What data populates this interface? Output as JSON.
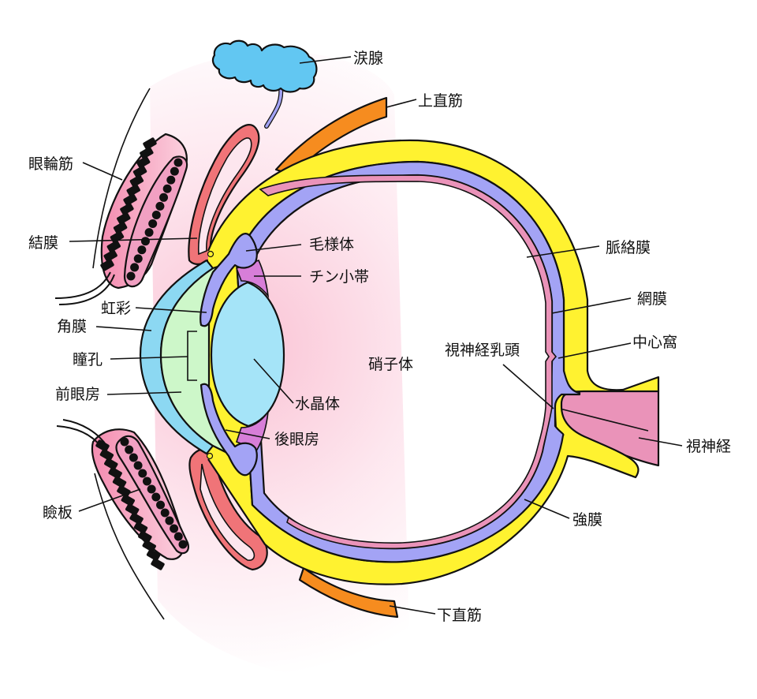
{
  "title": "眼球の断面図",
  "colors": {
    "sclera": "#fff230",
    "choroid": "#a3a3f5",
    "retina": "#ea93b9",
    "optic_nerve": "#ea93b9",
    "cornea": "#8cd8f2",
    "aqueous": "#cdf7c9",
    "lens": "#a5e4f8",
    "zonule": "#d77ed8",
    "muscle": "#f68c1f",
    "lacrimal": "#62c7f2",
    "conjunctiva": "#f07478",
    "eyelid": "#f7a2c0",
    "skin_glow": "#fde6ee",
    "outline": "#111111"
  },
  "labels": {
    "lacrimal_gland": "涙腺",
    "superior_rectus": "上直筋",
    "orbicularis": "眼輪筋",
    "conjunctiva": "結膜",
    "ciliary_body": "毛様体",
    "zonule": "チン小帯",
    "choroid": "脈絡膜",
    "retina": "網膜",
    "fovea": "中心窩",
    "iris": "虹彩",
    "cornea": "角膜",
    "pupil": "瞳孔",
    "anterior_chamber": "前眼房",
    "vitreous": "硝子体",
    "optic_disc": "視神経乳頭",
    "lens": "水晶体",
    "posterior_chamber": "後眼房",
    "optic_nerve": "視神経",
    "tarsus": "瞼板",
    "sclera": "強膜",
    "inferior_rectus": "下直筋"
  }
}
